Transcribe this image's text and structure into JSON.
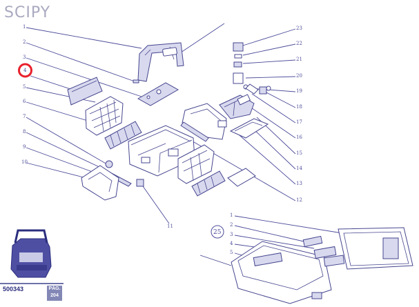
{
  "header": {
    "title": "SCIPY"
  },
  "footer": {
    "product_code": "500343",
    "page_label": "PÁG.",
    "page_number": "204"
  },
  "highlight": {
    "label": "4",
    "ring_color": "#e8202a"
  },
  "colors": {
    "line": "#4b4b9a",
    "fill": "#d8d9ee",
    "title": "#a9a9c0"
  },
  "left_labels": [
    "1",
    "2",
    "3",
    "4",
    "5",
    "6",
    "7",
    "8",
    "9",
    "10"
  ],
  "right_labels": [
    "23",
    "22",
    "21",
    "20",
    "19",
    "18",
    "17",
    "16",
    "15",
    "14",
    "13",
    "12"
  ],
  "bottom_labels": [
    "11"
  ],
  "inset": {
    "number": "25",
    "labels": [
      "1",
      "2",
      "3",
      "4",
      "5"
    ]
  }
}
